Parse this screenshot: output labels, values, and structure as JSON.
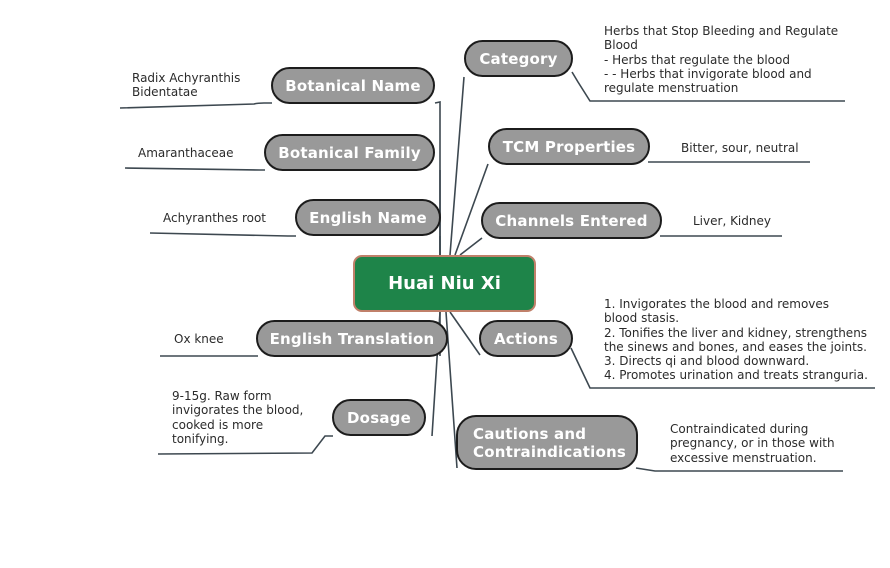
{
  "center": {
    "label": "Huai Niu Xi"
  },
  "branches": {
    "category": {
      "label": "Category",
      "note": "Herbs that Stop Bleeding and Regulate\nBlood\n- Herbs that regulate the blood\n- - Herbs that invigorate blood and\nregulate menstruation"
    },
    "botanical_name": {
      "label": "Botanical Name",
      "note": "Radix Achyranthis\nBidentatae"
    },
    "botanical_family": {
      "label": "Botanical Family",
      "note": "Amaranthaceae"
    },
    "tcm_properties": {
      "label": "TCM Properties",
      "note": "Bitter, sour, neutral"
    },
    "english_name": {
      "label": "English Name",
      "note": "Achyranthes root"
    },
    "channels_entered": {
      "label": "Channels Entered",
      "note": "Liver, Kidney"
    },
    "actions": {
      "label": "Actions",
      "note": "1. Invigorates the blood and removes\nblood stasis.\n2. Tonifies the liver and kidney, strengthens\nthe sinews and bones, and eases the joints.\n3. Directs qi and blood downward.\n4. Promotes urination and treats stranguria."
    },
    "english_translation": {
      "label": "English Translation",
      "note": "Ox knee"
    },
    "dosage": {
      "label": "Dosage",
      "note": "9-15g. Raw form\ninvigorates the blood,\ncooked is more\ntonifying."
    },
    "cautions": {
      "label": "Cautions and\nContraindications",
      "note": "Contraindicated during\npregnancy, or in those with\nexcessive menstruation."
    }
  },
  "colors": {
    "center_fill": "#1e8449",
    "center_border": "#c0806a",
    "node_fill": "#999999",
    "node_border": "#1c1c1c",
    "line": "#3d4850"
  }
}
